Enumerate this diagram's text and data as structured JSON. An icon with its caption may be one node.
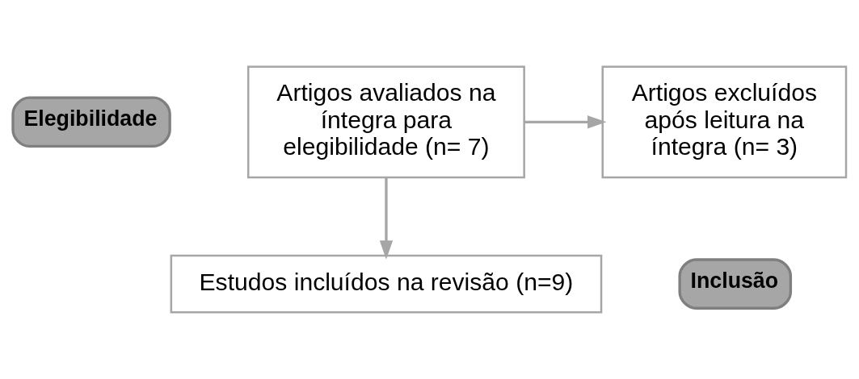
{
  "diagram": {
    "nodes": [
      {
        "text": [
          "Elegibilidade"
        ]
      },
      {
        "text": [
          "Artigos avaliados na íntegra para elegibilidade (n= 7)"
        ]
      },
      {
        "text": [
          "Artigos excluídos após leitura na íntegra (n= 3)"
        ]
      },
      {
        "text": [
          "Inclusão"
        ]
      },
      {
        "text": [
          "Estudos incluídos na revisão (n=9)"
        ]
      }
    ],
    "edges": [
      {
        "from": 1,
        "to": 2,
        "arrow": "to"
      },
      {
        "from": 1,
        "to": 4,
        "arrow": "to"
      }
    ]
  }
}
